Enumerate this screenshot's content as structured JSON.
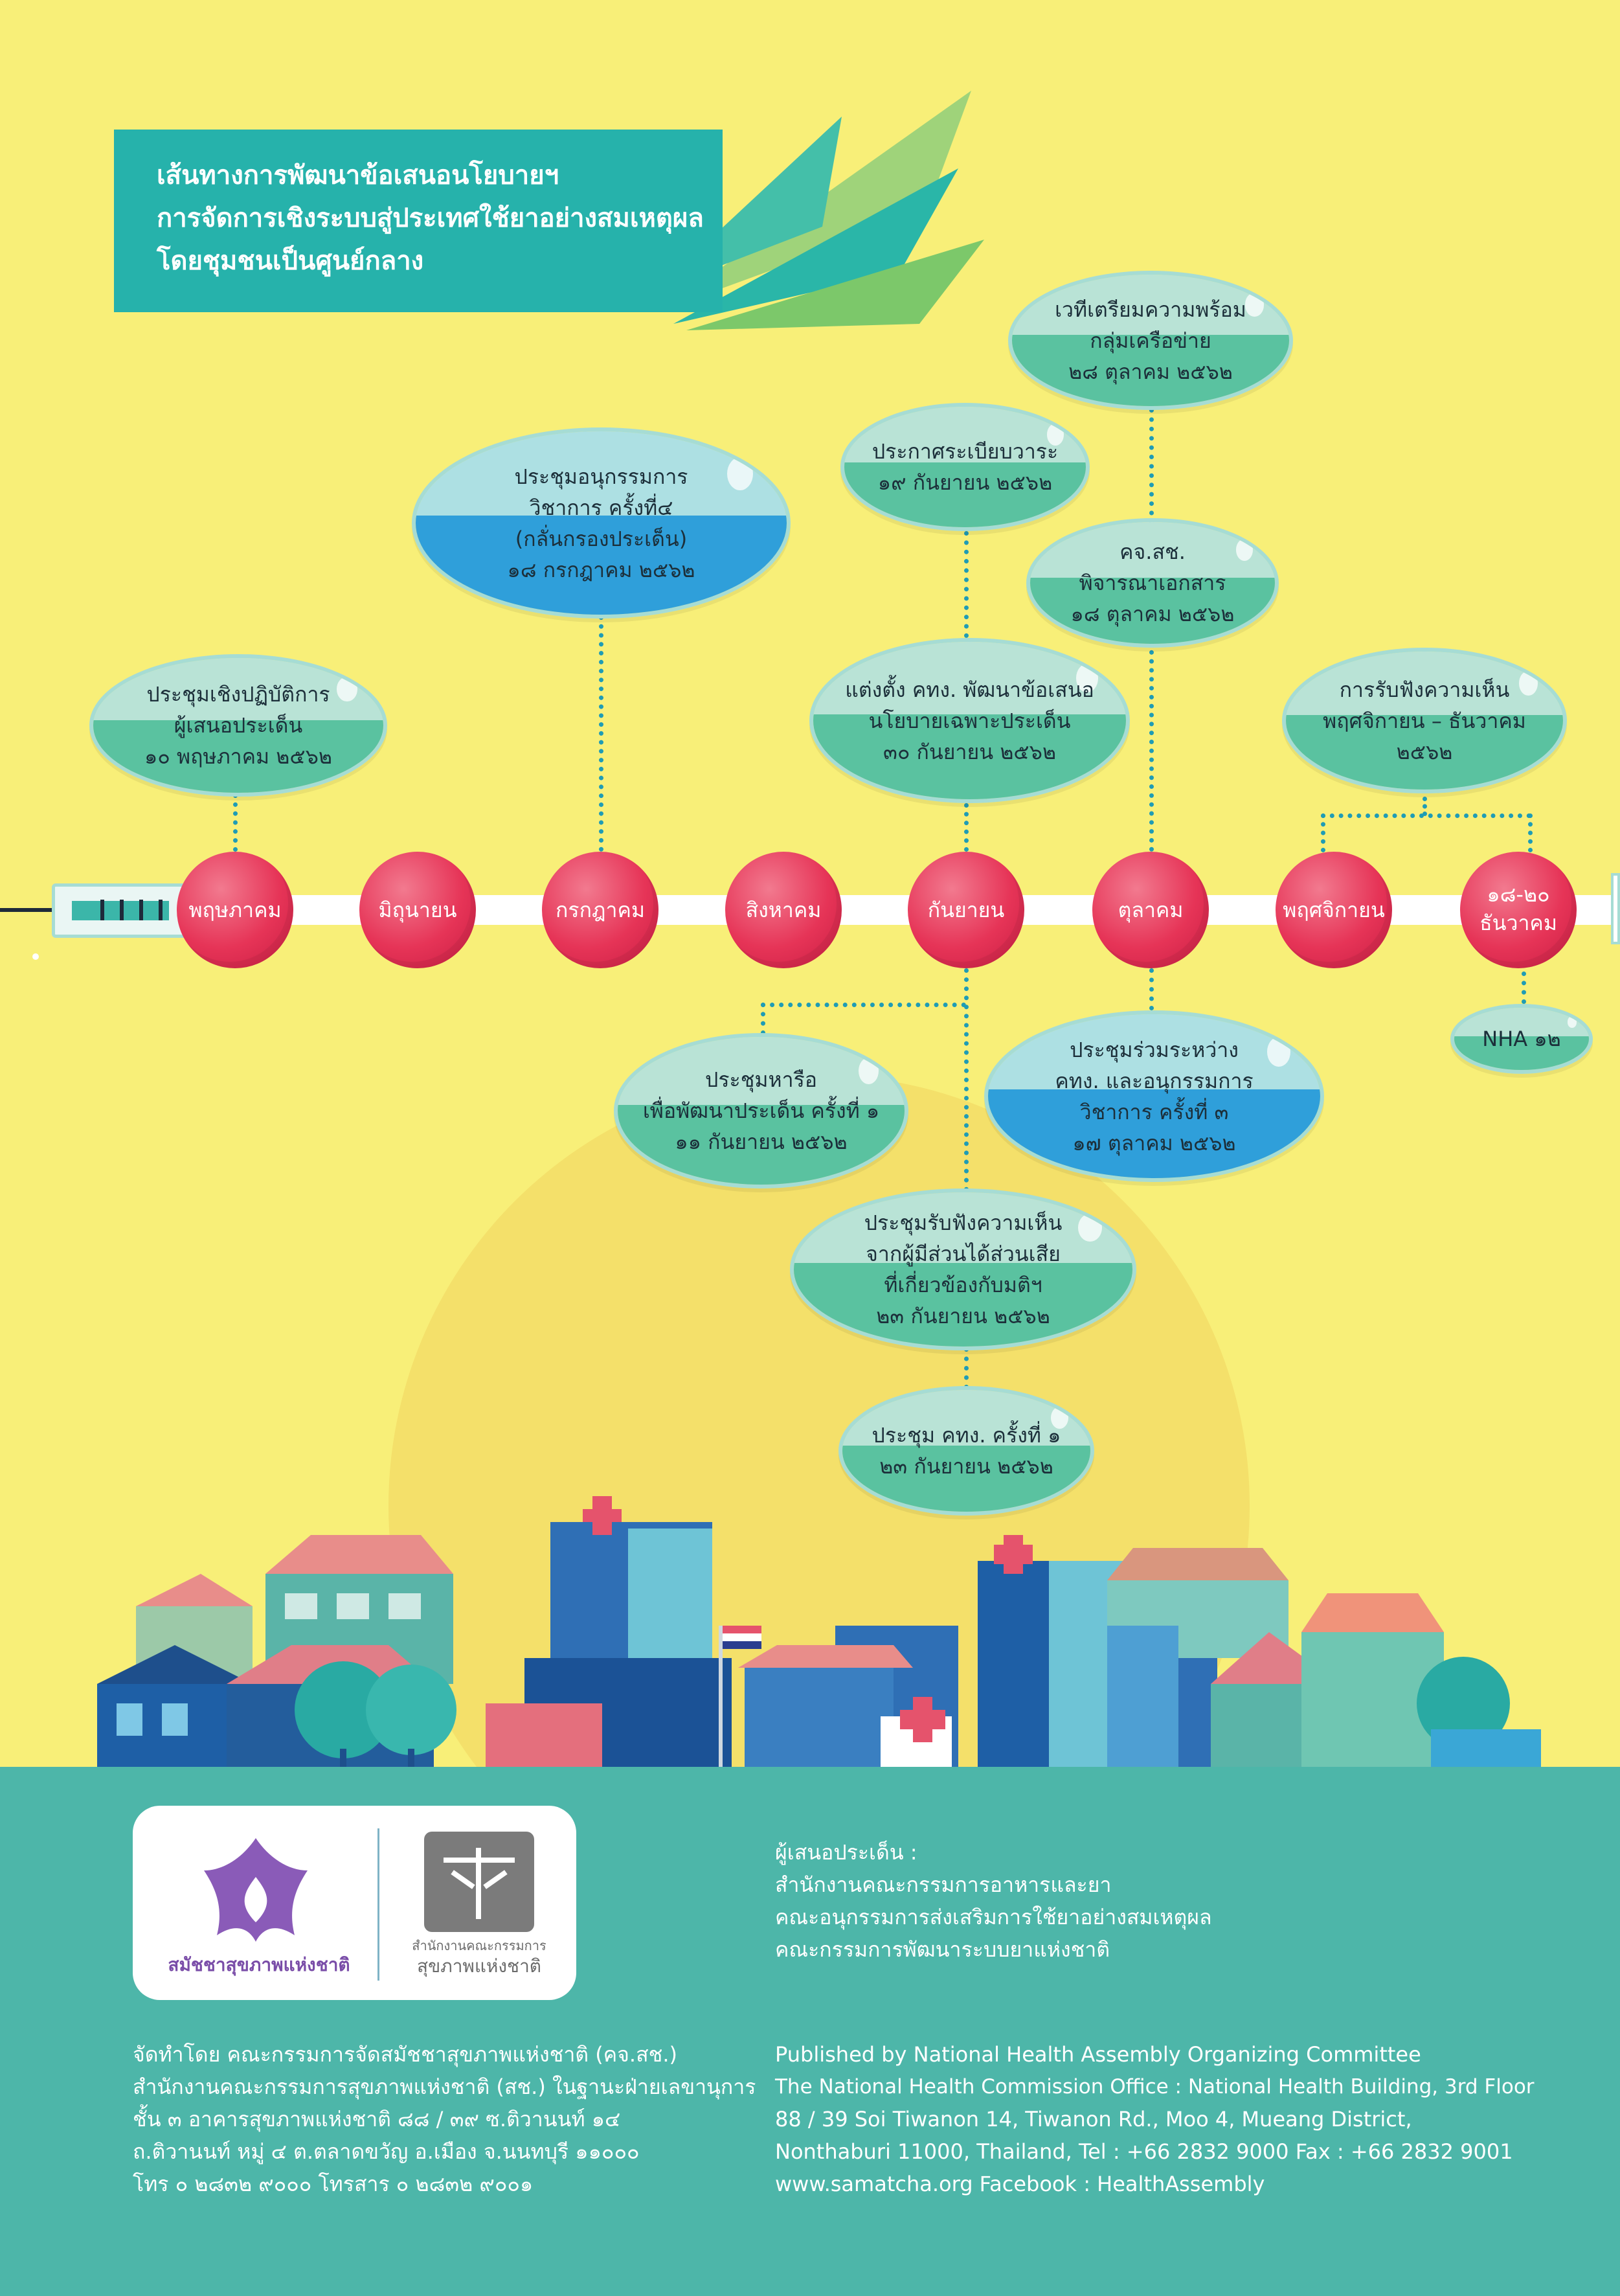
{
  "title": {
    "lines": [
      "เส้นทางการพัฒนาข้อเสนอนโยบายฯ",
      "การจัดการเชิงระบบสู่ประเทศใช้ยาอย่างสมเหตุผล",
      "โดยชุมชนเป็นศูนย์กลาง"
    ]
  },
  "months": [
    "พฤษภาคม",
    "มิถุนายน",
    "กรกฎาคม",
    "สิงหาคม",
    "กันยายน",
    "ตุลาคม",
    "พฤศจิกายน",
    "๑๘-๒๐ ธันวาคม"
  ],
  "events": {
    "workshop": [
      "ประชุมเชิงปฏิบัติการ",
      "ผู้เสนอประเด็น",
      "๑๐ พฤษภาคม ๒๕๖๒"
    ],
    "subcommittee4": [
      "ประชุมอนุกรรมการ",
      "วิชาการ ครั้งที่๔",
      "(กลั่นกรองประเด็น)",
      "๑๘ กรกฎาคม ๒๕๖๒"
    ],
    "rules": [
      "ประกาศระเบียบวาระ",
      "๑๙ กันยายน ๒๕๖๒"
    ],
    "appoint": [
      "แต่งตั้ง คทง. พัฒนาข้อเสนอ",
      "นโยบายเฉพาะประเด็น",
      "๓๐ กันยายน ๒๕๖๒"
    ],
    "network": [
      "เวทีเตรียมความพร้อม",
      "กลุ่มเครือข่าย",
      "๒๘ ตุลาคม ๒๕๖๒"
    ],
    "committee": [
      "คจ.สช.",
      "พิจารณาเอกสาร",
      "๑๘ ตุลาคม ๒๕๖๒"
    ],
    "hearing": [
      "การรับฟังความเห็น",
      "พฤศจิกายน – ธันวาคม",
      "๒๕๖๒"
    ],
    "discussion1": [
      "ประชุมหารือ",
      "เพื่อพัฒนาประเด็น ครั้งที่ ๑",
      "๑๑ กันยายน ๒๕๖๒"
    ],
    "joint": [
      "ประชุมร่วมระหว่าง",
      "คทง. และอนุกรรมการ",
      "วิชาการ ครั้งที่ ๓",
      "๑๗ ตุลาคม ๒๕๖๒"
    ],
    "stakeholder": [
      "ประชุมรับฟังความเห็น",
      "จากผู้มีส่วนได้ส่วนเสีย",
      "ที่เกี่ยวข้องกับมติฯ",
      "๒๓ กันยายน ๒๕๖๒"
    ],
    "working1": [
      "ประชุม คทง. ครั้งที่ ๑",
      "๒๓ กันยายน ๒๕๖๒"
    ],
    "nha": [
      "NHA ๑๒"
    ]
  },
  "logos": {
    "left_label": "สมัชชาสุขภาพแห่งชาติ",
    "right_label_small": "สำนักงานคณะกรรมการ",
    "right_label": "สุขภาพแห่งชาติ"
  },
  "proposer": {
    "heading": "ผู้เสนอประเด็น :",
    "lines": [
      "สำนักงานคณะกรรมการอาหารและยา",
      "คณะอนุกรรมการส่งเสริมการใช้ยาอย่างสมเหตุผล",
      "คณะกรรมการพัฒนาระบบยาแห่งชาติ"
    ]
  },
  "publisher_th": [
    "จัดทำโดย คณะกรรมการจัดสมัชชาสุขภาพแห่งชาติ (คจ.สช.)",
    "สำนักงานคณะกรรมการสุขภาพแห่งชาติ (สช.) ในฐานะฝ่ายเลขานุการ",
    "ชั้น ๓ อาคารสุขภาพแห่งชาติ ๘๘ / ๓๙ ซ.ติวานนท์ ๑๔",
    "ถ.ติวานนท์ หมู่ ๔ ต.ตลาดขวัญ อ.เมือง จ.นนทบุรี ๑๑๐๐๐",
    "โทร ๐ ๒๘๓๒ ๙๐๐๐ โทรสาร ๐ ๒๘๓๒ ๙๐๐๑"
  ],
  "publisher_en": [
    "Published by National Health Assembly Organizing Committee",
    "The National Health Commission Office : National Health Building, 3rd Floor",
    "88 / 39 Soi Tiwanon 14, Tiwanon Rd., Moo 4, Mueang District,",
    "Nonthaburi 11000, Thailand, Tel : +66 2832 9000 Fax : +66 2832 9001",
    "www.samatcha.org Facebook : HealthAssembly"
  ],
  "colors": {
    "background": "#f8ef78",
    "banner": "#26b2ab",
    "month_circle": "#e63457",
    "bubble_green": "#5ac2a0",
    "bubble_blue": "#2f9fda",
    "footer": "#4db6a9"
  }
}
